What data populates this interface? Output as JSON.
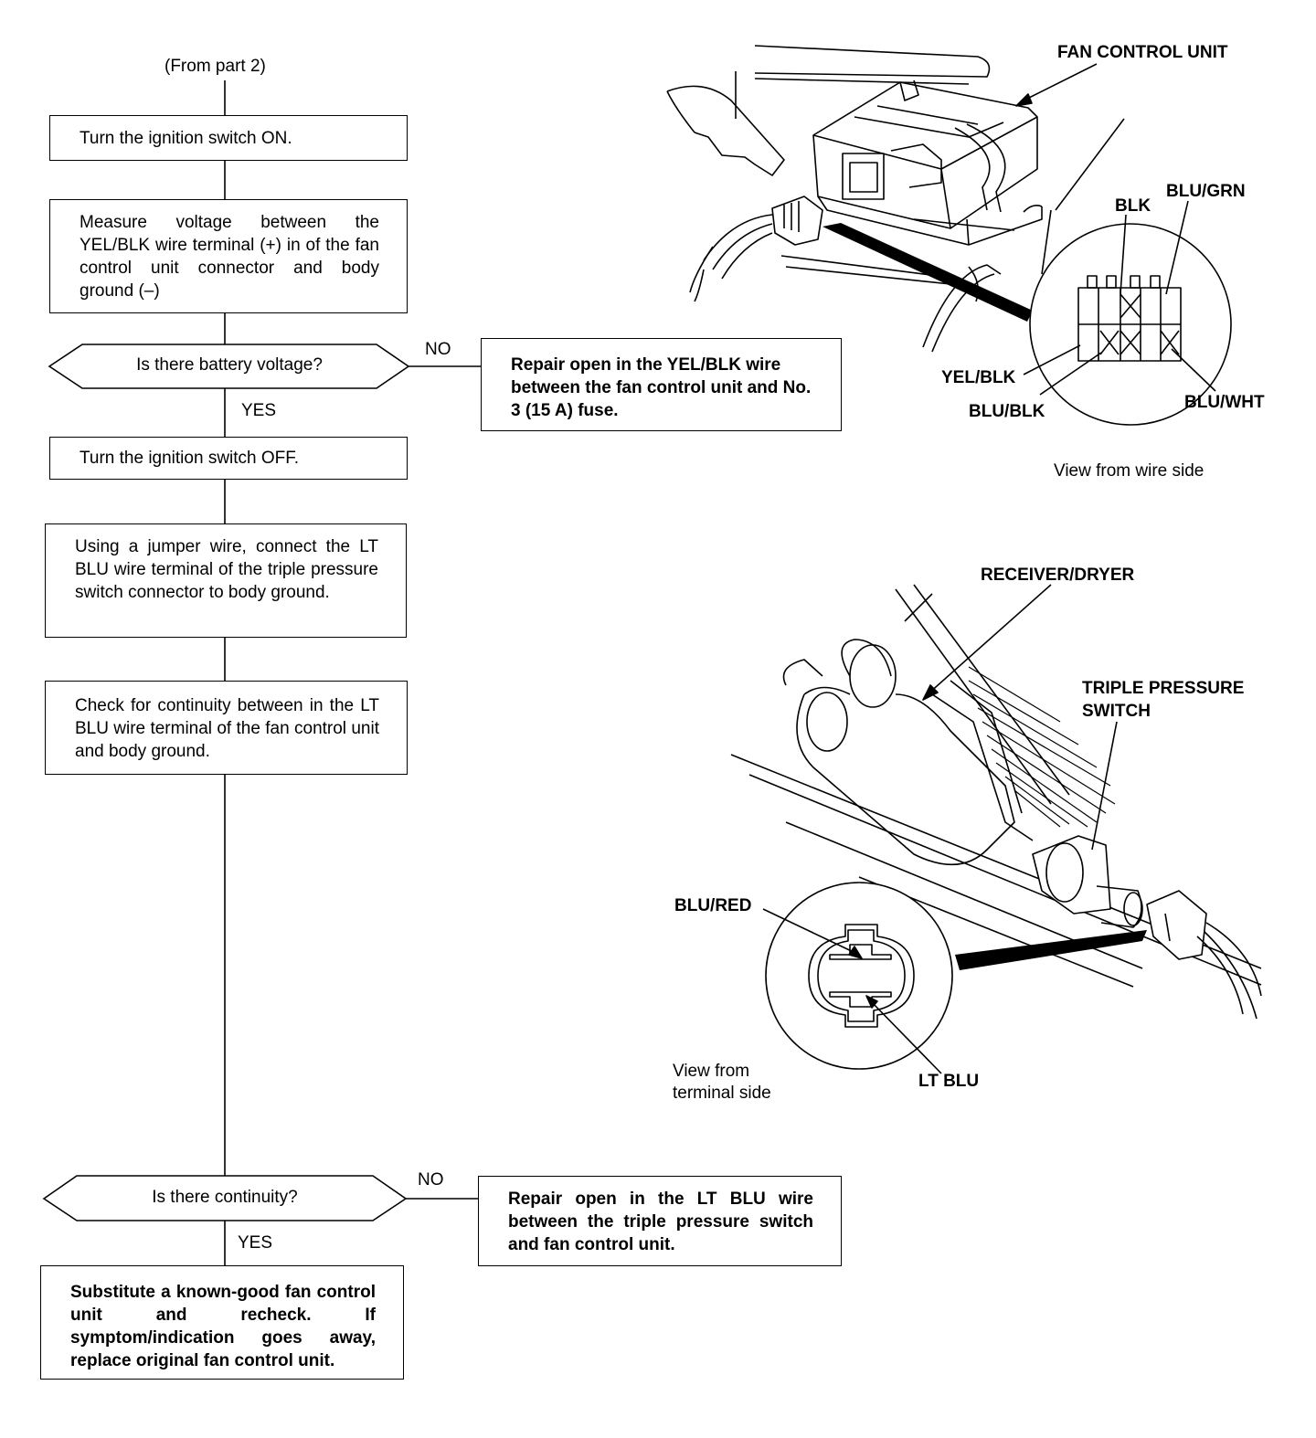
{
  "flowchart": {
    "from_label": "(From part 2)",
    "step1": "Turn the ignition switch ON.",
    "step2": "Measure voltage between the YEL/BLK wire terminal (+) in of the fan control unit connector and body ground (–)",
    "decision1": "Is there battery voltage?",
    "decision1_no": "NO",
    "decision1_yes": "YES",
    "repair1": "Repair open in the YEL/BLK wire between the fan control unit and No. 3 (15 A) fuse.",
    "step3": "Turn the ignition switch OFF.",
    "step4": "Using a jumper wire, connect the LT BLU wire terminal of the triple pressure switch connector to body ground.",
    "step5": "Check for continuity between in the LT BLU wire terminal of the fan control unit and body ground.",
    "decision2": "Is there continuity?",
    "decision2_no": "NO",
    "decision2_yes": "YES",
    "repair2": "Repair open in the LT BLU wire between the triple pressure switch and fan control unit.",
    "final": "Substitute a known-good fan control unit and recheck. If symptom/indication goes away, replace original fan control unit."
  },
  "fan_unit_figure": {
    "title": "FAN CONTROL UNIT",
    "wire_labels": [
      "BLK",
      "BLU/GRN",
      "YEL/BLK",
      "BLU/BLK",
      "BLU/WHT"
    ],
    "caption": "View from wire side"
  },
  "switch_figure": {
    "receiver_label": "RECEIVER/DRYER",
    "switch_label_line1": "TRIPLE PRESSURE",
    "switch_label_line2": "SWITCH",
    "wire_labels": [
      "BLU/RED",
      "LT BLU"
    ],
    "caption_line1": "View from",
    "caption_line2": "terminal side"
  }
}
